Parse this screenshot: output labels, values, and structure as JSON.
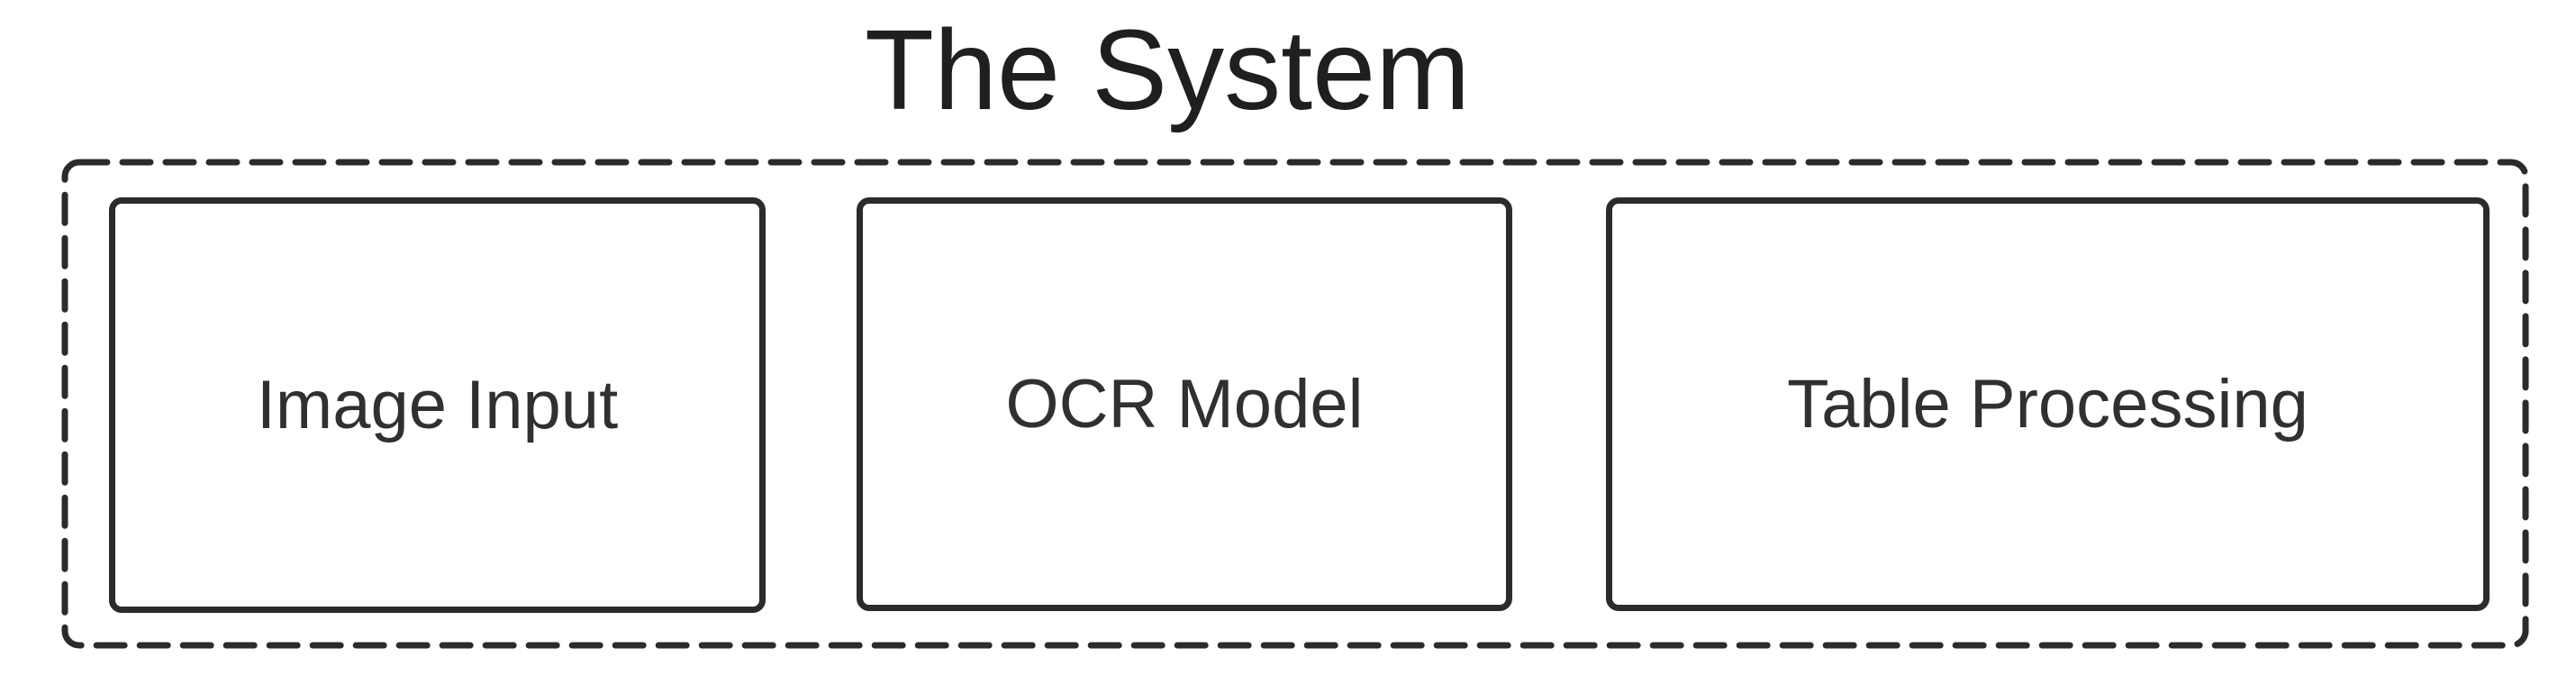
{
  "diagram": {
    "title": "The System",
    "components": [
      {
        "id": "image-input",
        "label": "Image Input"
      },
      {
        "id": "ocr-model",
        "label": "OCR Model"
      },
      {
        "id": "table-processing",
        "label": "Table Processing"
      }
    ],
    "colors": {
      "stroke": "#2b2b2b",
      "text": "#303030",
      "background": "#ffffff"
    }
  }
}
